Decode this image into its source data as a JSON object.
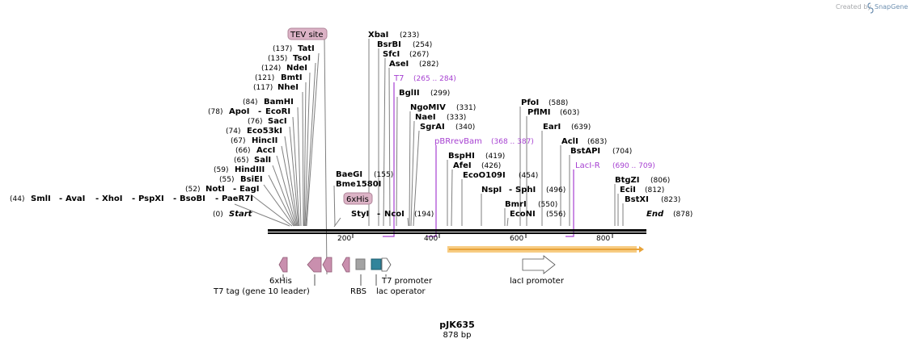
{
  "credit": {
    "prefix": "Created by",
    "brand": "SnapGene"
  },
  "plasmid": {
    "name": "pJK635",
    "size": "878 bp"
  },
  "colors": {
    "primer": "#a640d1",
    "feature_pink": "#c98fae",
    "feature_gray": "#a3a3a3",
    "feature_teal": "#31849b",
    "orf_yellow": "#f6c774",
    "orf_arrow": "#e8a33a"
  },
  "ruler": {
    "ticks": [
      "200",
      "400",
      "600",
      "800"
    ]
  },
  "ends": {
    "start": "Start",
    "start_pos": "(0)",
    "end": "End",
    "end_pos": "(878)"
  },
  "enzymes": [
    {
      "name": "SmlI",
      "pos": "(44)",
      "prefix": ""
    },
    {
      "name": "AvaI",
      "pos": "",
      "prefix": "-"
    },
    {
      "name": "XhoI",
      "pos": "",
      "prefix": "-"
    },
    {
      "name": "PspXI",
      "pos": "",
      "prefix": "-"
    },
    {
      "name": "BsoBI",
      "pos": "",
      "prefix": "-"
    },
    {
      "name": "PaeR7I",
      "pos": "",
      "prefix": "-"
    },
    {
      "name": "NotI",
      "pos": "(52)",
      "prefix": ""
    },
    {
      "name": "EagI",
      "pos": "",
      "prefix": "-"
    },
    {
      "name": "BsiEI",
      "pos": "(55)",
      "prefix": ""
    },
    {
      "name": "HindIII",
      "pos": "(59)",
      "prefix": ""
    },
    {
      "name": "SalI",
      "pos": "(65)",
      "prefix": ""
    },
    {
      "name": "AccI",
      "pos": "(66)",
      "prefix": ""
    },
    {
      "name": "HincII",
      "pos": "(67)",
      "prefix": ""
    },
    {
      "name": "Eco53kI",
      "pos": "(74)",
      "prefix": ""
    },
    {
      "name": "SacI",
      "pos": "(76)",
      "prefix": ""
    },
    {
      "name": "ApoI",
      "pos": "(78)",
      "prefix": ""
    },
    {
      "name": "EcoRI",
      "pos": "",
      "prefix": "-"
    },
    {
      "name": "BamHI",
      "pos": "(84)",
      "prefix": ""
    },
    {
      "name": "NheI",
      "pos": "(117)",
      "prefix": ""
    },
    {
      "name": "BmtI",
      "pos": "(121)",
      "prefix": ""
    },
    {
      "name": "NdeI",
      "pos": "(124)",
      "prefix": ""
    },
    {
      "name": "TsoI",
      "pos": "(135)",
      "prefix": ""
    },
    {
      "name": "TatI",
      "pos": "(137)",
      "prefix": ""
    },
    {
      "name": "BaeGI",
      "pos": "(155)",
      "prefix": ""
    },
    {
      "name": "Bme1580I",
      "pos": "",
      "prefix": ""
    },
    {
      "name": "StyI",
      "pos": "",
      "prefix": ""
    },
    {
      "name": "NcoI",
      "pos": "(194)",
      "prefix": "-"
    },
    {
      "name": "XbaI",
      "pos": "(233)",
      "prefix": ""
    },
    {
      "name": "BsrBI",
      "pos": "(254)",
      "prefix": ""
    },
    {
      "name": "SfcI",
      "pos": "(267)",
      "prefix": ""
    },
    {
      "name": "AseI",
      "pos": "(282)",
      "prefix": ""
    },
    {
      "name": "BglII",
      "pos": "(299)",
      "prefix": ""
    },
    {
      "name": "NgoMIV",
      "pos": "(331)",
      "prefix": ""
    },
    {
      "name": "NaeI",
      "pos": "(333)",
      "prefix": ""
    },
    {
      "name": "SgrAI",
      "pos": "(340)",
      "prefix": ""
    },
    {
      "name": "BspHI",
      "pos": "(419)",
      "prefix": ""
    },
    {
      "name": "AfeI",
      "pos": "(426)",
      "prefix": ""
    },
    {
      "name": "EcoO109I",
      "pos": "(454)",
      "prefix": ""
    },
    {
      "name": "NspI",
      "pos": "",
      "prefix": ""
    },
    {
      "name": "SphI",
      "pos": "(496)",
      "prefix": "-"
    },
    {
      "name": "BmrI",
      "pos": "(550)",
      "prefix": ""
    },
    {
      "name": "EcoNI",
      "pos": "(556)",
      "prefix": ""
    },
    {
      "name": "PfoI",
      "pos": "(588)",
      "prefix": ""
    },
    {
      "name": "PflMI",
      "pos": "(603)",
      "prefix": ""
    },
    {
      "name": "EarI",
      "pos": "(639)",
      "prefix": ""
    },
    {
      "name": "AclI",
      "pos": "(683)",
      "prefix": ""
    },
    {
      "name": "BstAPI",
      "pos": "(704)",
      "prefix": ""
    },
    {
      "name": "BtgZI",
      "pos": "(806)",
      "prefix": ""
    },
    {
      "name": "EciI",
      "pos": "(812)",
      "prefix": ""
    },
    {
      "name": "BstXI",
      "pos": "(823)",
      "prefix": ""
    }
  ],
  "primers": [
    {
      "name": "T7",
      "range": "(265 .. 284)"
    },
    {
      "name": "pBRrevBam",
      "range": "(368 .. 387)"
    },
    {
      "name": "LacI-R",
      "range": "(690 .. 709)"
    }
  ],
  "pills": {
    "tev": "TEV site",
    "his_top": "6xHis"
  },
  "features": {
    "his_label": "6xHis",
    "t7tag_label": "T7 tag (gene 10 leader)",
    "rbs_label": "RBS",
    "t7prom_label": "T7 promoter",
    "lacop_label": "lac operator",
    "laciprom_label": "lacI promoter"
  }
}
